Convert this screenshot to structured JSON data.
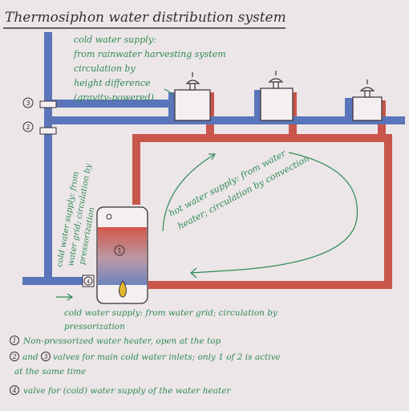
{
  "title": "Thermosiphon water distribution system",
  "annotations": {
    "rainwater": [
      "cold water supply:",
      "from rainwater harvesting system",
      "circulation by",
      "height difference",
      "(gravity-powered)"
    ],
    "vertical": [
      "cold water supply: from",
      "water grid; circulation by",
      "pressorization"
    ],
    "hot": [
      "hot water supply: from water",
      "heater; circulation by convection"
    ],
    "grid": [
      "cold water supply: from water grid; circulation by",
      "pressorization"
    ]
  },
  "markers": {
    "m1": "1",
    "m2": "2",
    "m3": "3",
    "m4": "4"
  },
  "legend": [
    {
      "num": "1",
      "text": "Non-pressorized water heater, open at the top"
    },
    {
      "num": "2",
      "text": "and"
    },
    {
      "num": "3",
      "text": "valves for main cold water inlets; only 1 of 2 is active"
    },
    {
      "num": "",
      "text": "at the same time"
    },
    {
      "num": "4",
      "text": "valve for (cold) water supply of the water heater"
    }
  ],
  "colors": {
    "paper": "#ece6e8",
    "cold_pipe": "#5a75b9",
    "hot_pipe": "#c9564b",
    "ink_green": "#2f8a55",
    "ink_dark": "#3a2e32"
  },
  "icons": [
    "faucet-icon",
    "flame-icon",
    "arrow-icon"
  ]
}
